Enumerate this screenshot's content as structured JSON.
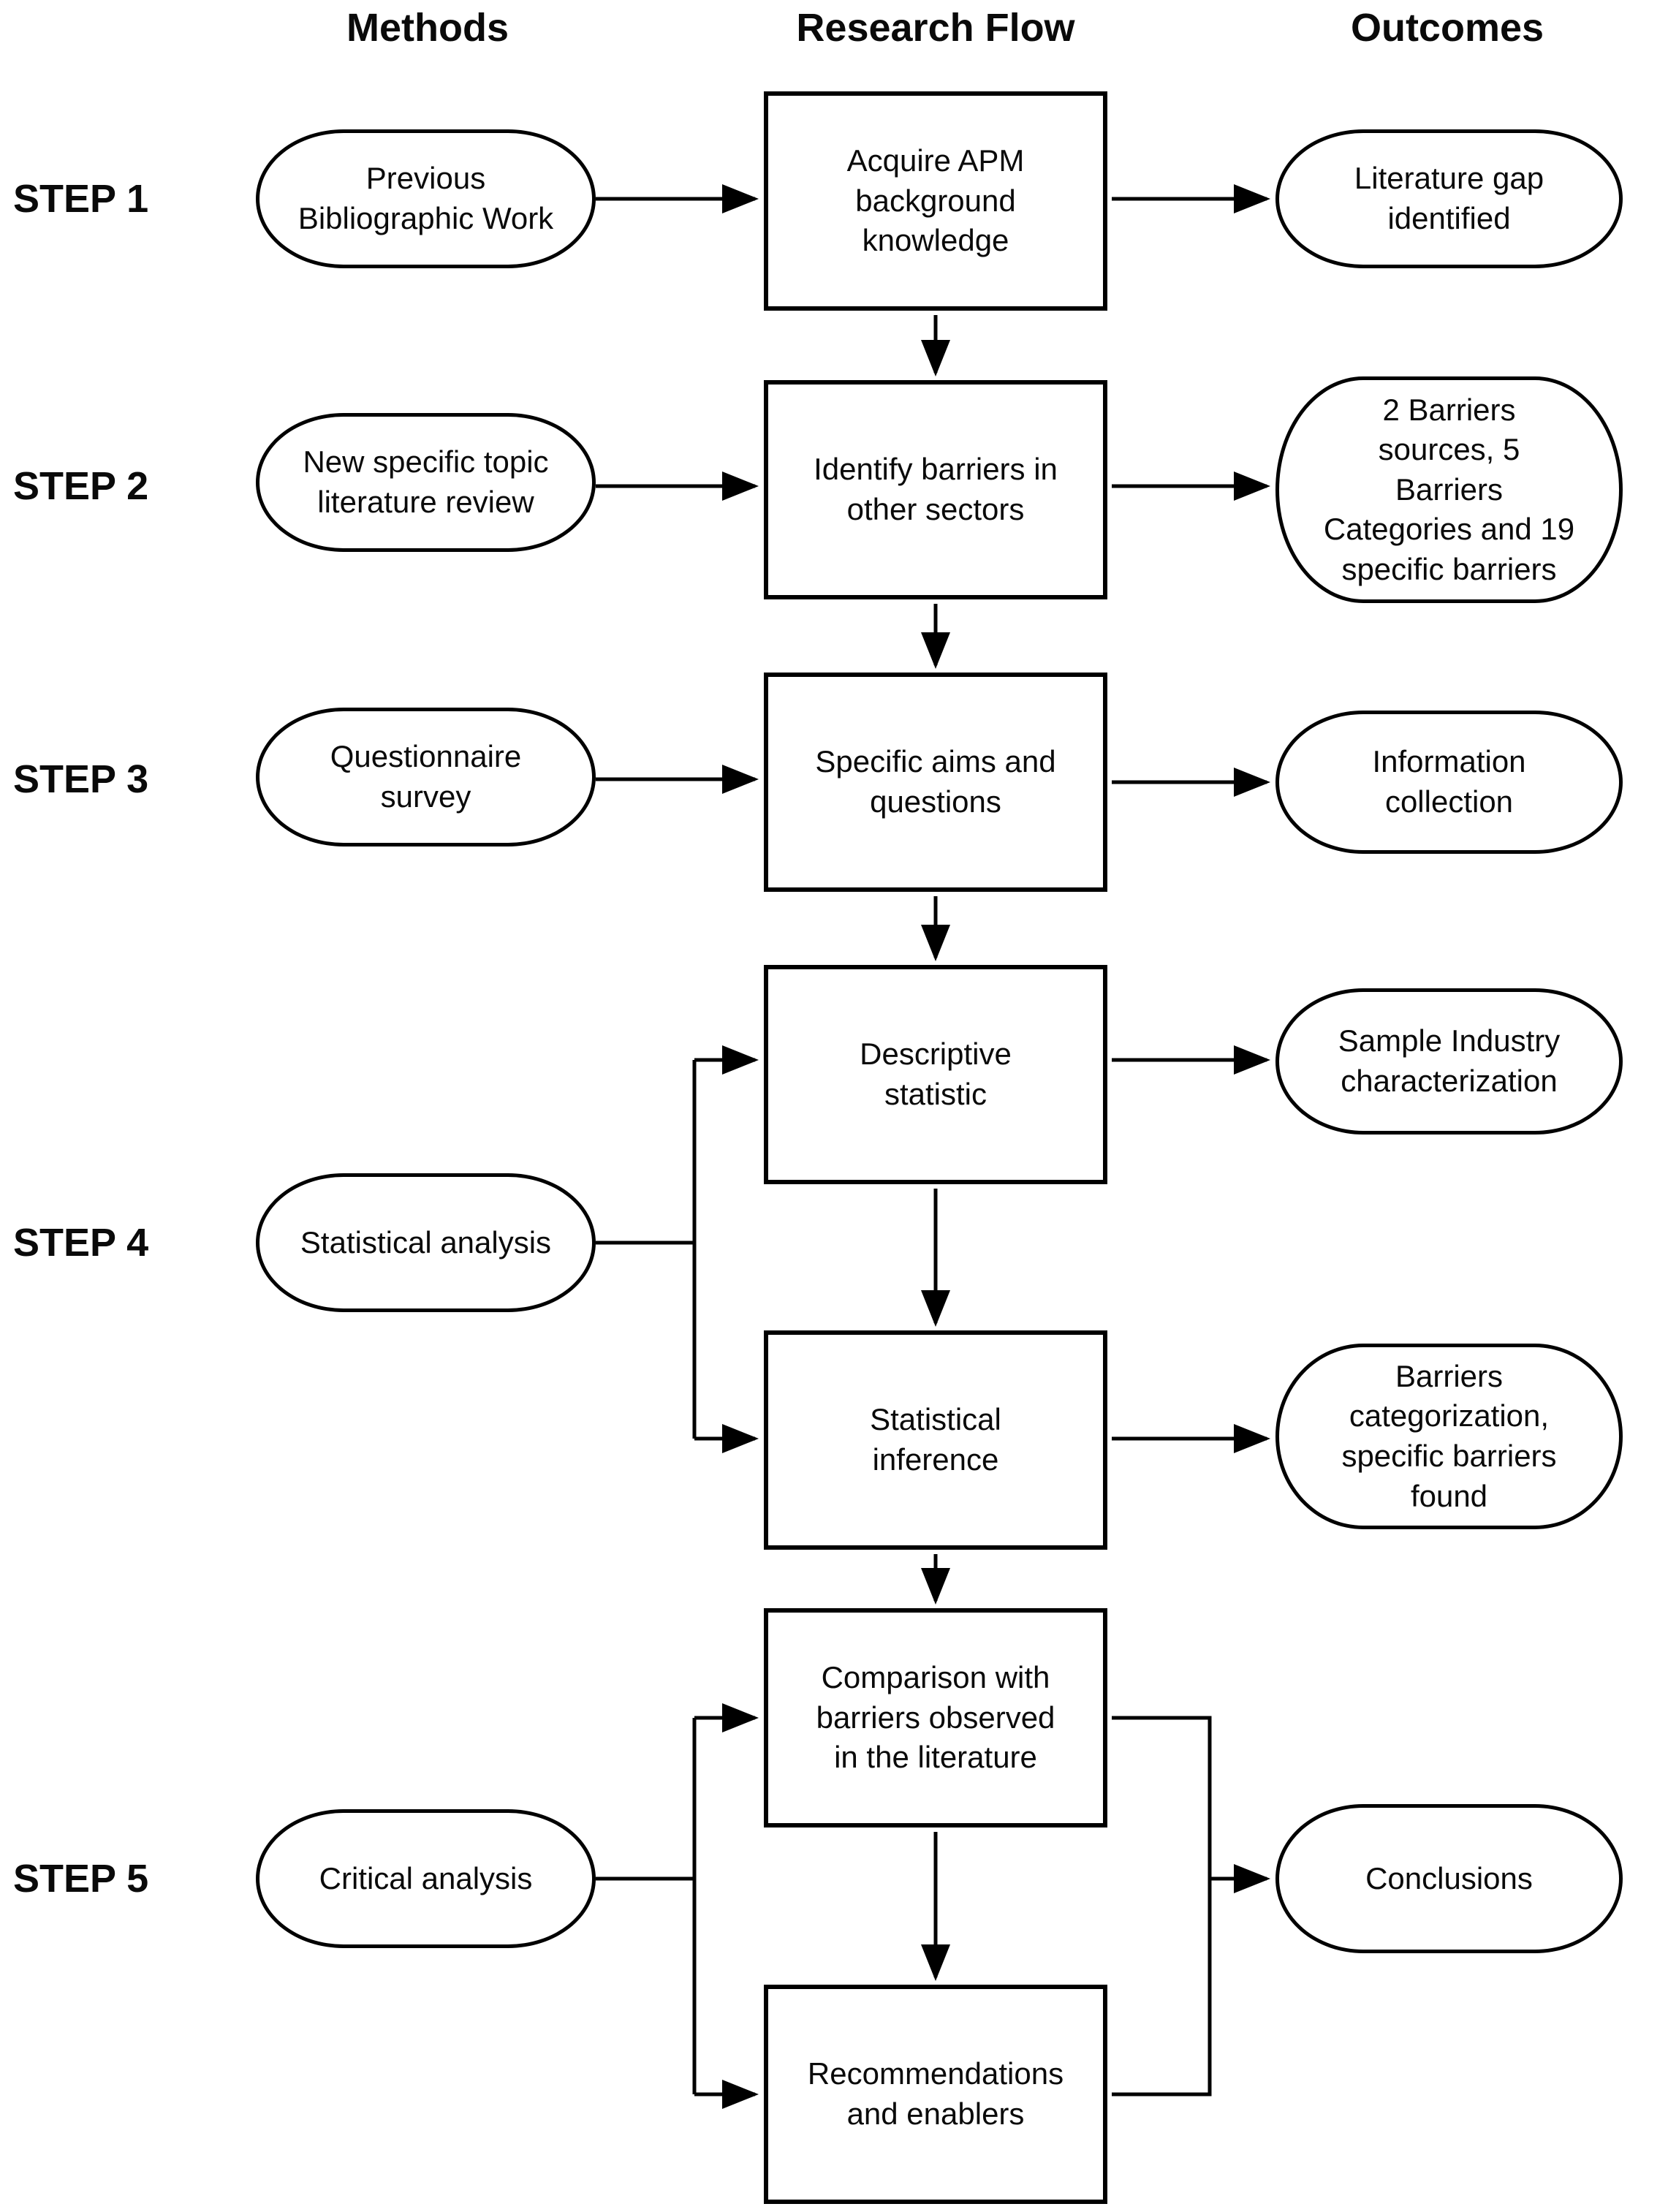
{
  "diagram": {
    "title_row": {
      "methods": "Methods",
      "research_flow": "Research Flow",
      "outcomes": "Outcomes"
    },
    "step_labels": [
      "STEP 1",
      "STEP 2",
      "STEP 3",
      "STEP 4",
      "STEP 5"
    ],
    "methods": [
      "Previous\nBibliographic Work",
      "New specific topic\nliterature review",
      "Questionnaire\nsurvey",
      "Statistical analysis",
      "Critical analysis"
    ],
    "flow": [
      "Acquire APM\nbackground\nknowledge",
      "Identify barriers in\nother sectors",
      "Specific aims and\nquestions",
      "Descriptive\nstatistic",
      "Statistical\ninference",
      "Comparison with\nbarriers observed\nin the literature",
      "Recommendations\nand enablers"
    ],
    "outcomes": [
      "Literature gap\nidentified",
      "2 Barriers\nsources, 5\nBarriers\nCategories and 19\nspecific barriers",
      "Information\ncollection",
      "Sample Industry\ncharacterization",
      "Barriers\ncategorization,\nspecific barriers\nfound",
      "Conclusions"
    ],
    "colors": {
      "stroke": "#000000",
      "fill": "#ffffff",
      "text": "#0a0a0a"
    }
  }
}
